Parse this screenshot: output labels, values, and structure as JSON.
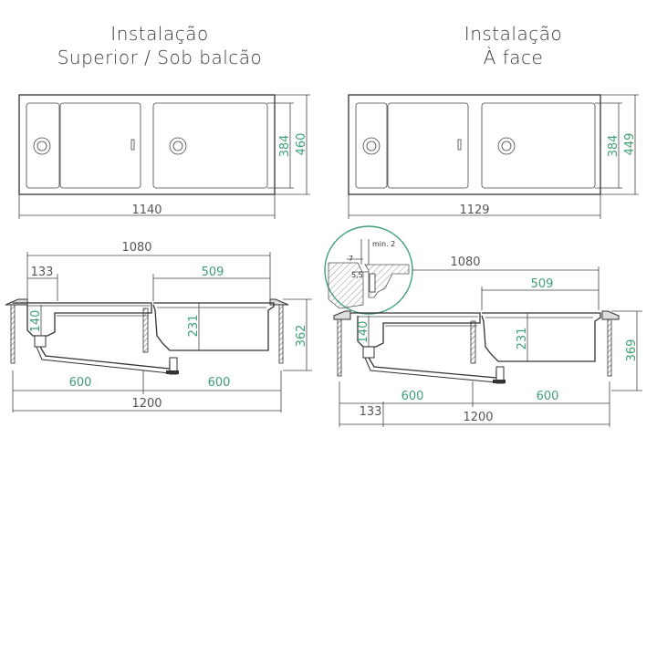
{
  "left": {
    "title_line1": "Instalação",
    "title_line2": "Superior / Sob balcão",
    "top_view": {
      "width": "1140",
      "inner_depth": "384",
      "outer_depth": "460"
    },
    "section_view": {
      "bowl_span": "1080",
      "drain_offset": "133",
      "small_bowl_width": "509",
      "drain_depth": "140",
      "bowl_depth": "231",
      "total_height": "362",
      "cabinet_left": "600",
      "cabinet_right": "600",
      "cabinet_total": "1200"
    }
  },
  "right": {
    "title_line1": "Instalação",
    "title_line2": "À face",
    "top_view": {
      "width": "1129",
      "inner_depth": "384",
      "outer_depth": "449"
    },
    "section_view": {
      "bowl_span": "1080",
      "small_bowl_width": "509",
      "drain_depth": "140",
      "bowl_depth": "231",
      "total_height": "369",
      "cabinet_left": "600",
      "cabinet_right": "600",
      "drain_offset": "133",
      "cabinet_total": "1200"
    },
    "detail": {
      "min_label": "min. 2",
      "gap_label": "7",
      "edge_label": "5,5"
    }
  },
  "colors": {
    "dimension_text": "#3f9e76",
    "line": "#333333",
    "detail_circle": "#3f9e76"
  }
}
